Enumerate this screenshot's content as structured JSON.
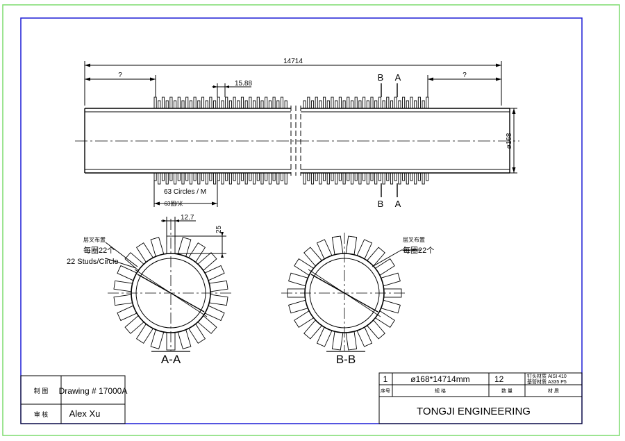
{
  "drawing": {
    "overall_length": "14714",
    "end_gap_left": "?",
    "end_gap_right": "?",
    "stud_pitch": "15.88",
    "diameter": "ø168",
    "circles_per_m": "63 Circles / M",
    "circles_per_m_cn": "63圈/米",
    "section_mark_b": "B",
    "section_mark_a": "A",
    "stud_width": "12.7",
    "stud_height": "25",
    "annotation_left_cn_1": "层叉布置",
    "annotation_left_cn_2": "每圈22个",
    "annotation_left_en": "22 Studs/Circle",
    "annotation_right_cn_1": "层叉布置",
    "annotation_right_cn_2": "每圈22个",
    "section_aa_label": "A-A",
    "section_bb_label": "B-B"
  },
  "title_block_left": {
    "row1_label": "制 图",
    "row1_value": "Drawing # 17000A",
    "row2_label": "审 核",
    "row2_value": "Alex Xu"
  },
  "title_block_right": {
    "seq": "1",
    "spec": "ø168*14714mm",
    "qty": "12",
    "material_line1": "钉头材质 AISI 410",
    "material_line2": "基管材质 A335 P5",
    "hdr_seq": "序号",
    "hdr_spec": "规 格",
    "hdr_qty": "数 量",
    "hdr_material": "材 质",
    "company": "TONGJI ENGINEERING"
  },
  "colors": {
    "outer_border": "#7ddc6e",
    "frame": "#1b1bd6",
    "line": "#000000"
  }
}
